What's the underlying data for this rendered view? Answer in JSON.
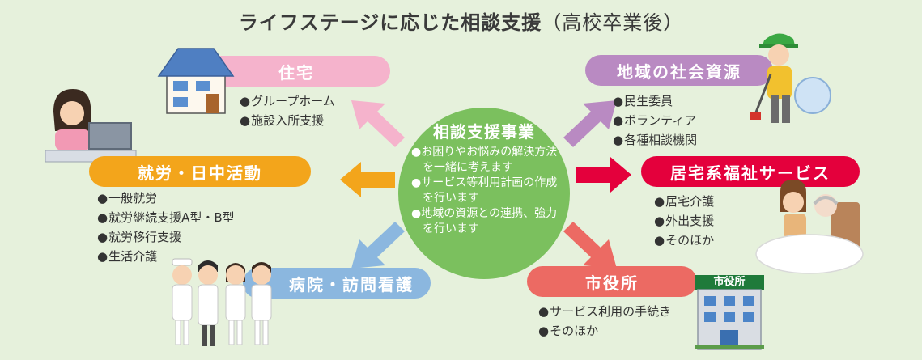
{
  "title": {
    "main": "ライフステージに応じた相談支援",
    "sub": "（高校卒業後）"
  },
  "center": {
    "title": "相談支援事業",
    "items": [
      "お困りやお悩みの解決方法を一緒に考えます",
      "サービス等利用計画の作成を行います",
      "地域の資源との連携、強力を行います"
    ]
  },
  "nodes": {
    "housing": {
      "label": "住宅",
      "items": [
        "グループホーム",
        "施設入所支援"
      ]
    },
    "community": {
      "label": "地域の社会資源",
      "items": [
        "民生委員",
        "ボランティア",
        "各種相談機関"
      ]
    },
    "work": {
      "label": "就労・日中活動",
      "items": [
        "一般就労",
        "就労継続支援A型・B型",
        "就労移行支援",
        "生活介護"
      ]
    },
    "home_welfare": {
      "label": "居宅系福祉サービス",
      "items": [
        "居宅介護",
        "外出支援",
        "そのほか"
      ]
    },
    "hospital": {
      "label": "病院・訪問看護"
    },
    "city_hall": {
      "label": "市役所",
      "items": [
        "サービス利用の手続き",
        "そのほか"
      ],
      "sign": "市役所"
    }
  },
  "colors": {
    "background": "#e6f1dc",
    "center": "#7bc05e",
    "housing": "#f5b3cc",
    "community": "#b98ac2",
    "work": "#f3a51b",
    "home_welfare": "#e4003c",
    "hospital": "#8bb7df",
    "city_hall": "#ec6a63"
  }
}
